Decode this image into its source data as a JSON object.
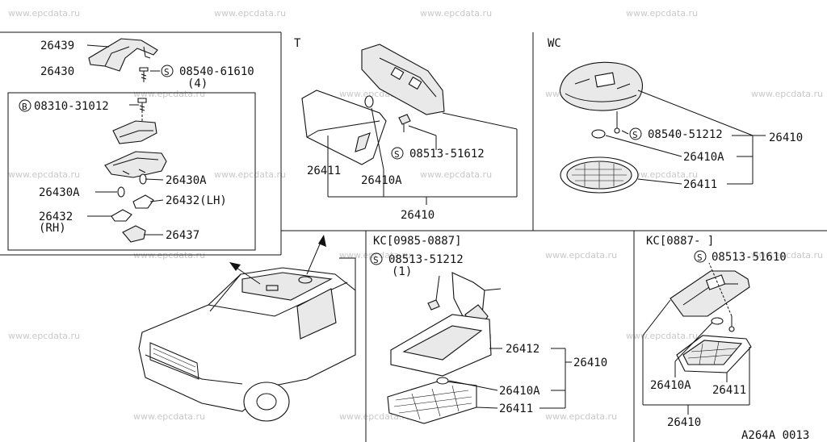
{
  "watermark": "www.epcdata.ru",
  "diagram_code": "A264A 0013",
  "sections": {
    "T": "T",
    "WC": "WC",
    "KC1": "KC[0985-0887]",
    "KC2": "KC[0887-     ]"
  },
  "callouts": {
    "c26439": "26439",
    "c26430": "26430",
    "c08540_61610": "08540-61610",
    "c08540_61610_qty": "(4)",
    "c08310_31012": "08310-31012",
    "c26430A_r": "26430A",
    "c26430A_l": "26430A",
    "c26432_lh": "26432(LH)",
    "c26432": "26432",
    "c26432_rh": "(RH)",
    "c26437": "26437",
    "t_26411": "26411",
    "t_26410A": "26410A",
    "t_08513_51612": "08513-51612",
    "t_26410": "26410",
    "wc_08540_51212": "08540-51212",
    "wc_26410": "26410",
    "wc_26410A": "26410A",
    "wc_26411": "26411",
    "kc1_08513_51212": "08513-51212",
    "kc1_qty": "(1)",
    "kc1_26412": "26412",
    "kc1_26410": "26410",
    "kc1_26410A": "26410A",
    "kc1_26411": "26411",
    "kc2_08513_51610": "08513-51610",
    "kc2_26410A": "26410A",
    "kc2_26411": "26411",
    "kc2_26410": "26410"
  },
  "symbols": {
    "screw": "S",
    "bolt": "B"
  }
}
